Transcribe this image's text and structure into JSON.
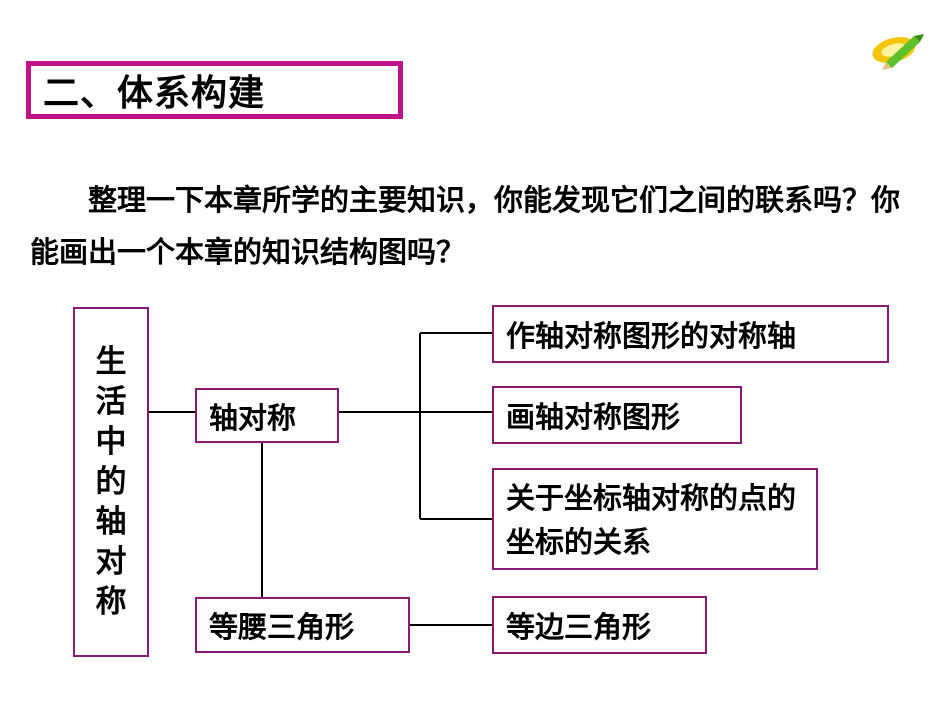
{
  "section_title": "二、体系构建",
  "intro_text": "整理一下本章所学的主要知识，你能发现它们之间的联系吗？你能画出一个本章的知识结构图吗？",
  "diagram": {
    "root": [
      "生",
      "活",
      "中",
      "的",
      "轴",
      "对",
      "称"
    ],
    "axis_symmetry": "轴对称",
    "isosceles_triangle": "等腰三角形",
    "branch_1": "作轴对称图形的对称轴",
    "branch_2": "画轴对称图形",
    "branch_3": "关于坐标轴对称的点的坐标的关系",
    "branch_4": "等边三角形"
  },
  "colors": {
    "title_border": "#c0138a",
    "box_border": "#8a1a7a",
    "line": "#000000"
  },
  "icons": {
    "logo": "pencil-logo-icon"
  }
}
